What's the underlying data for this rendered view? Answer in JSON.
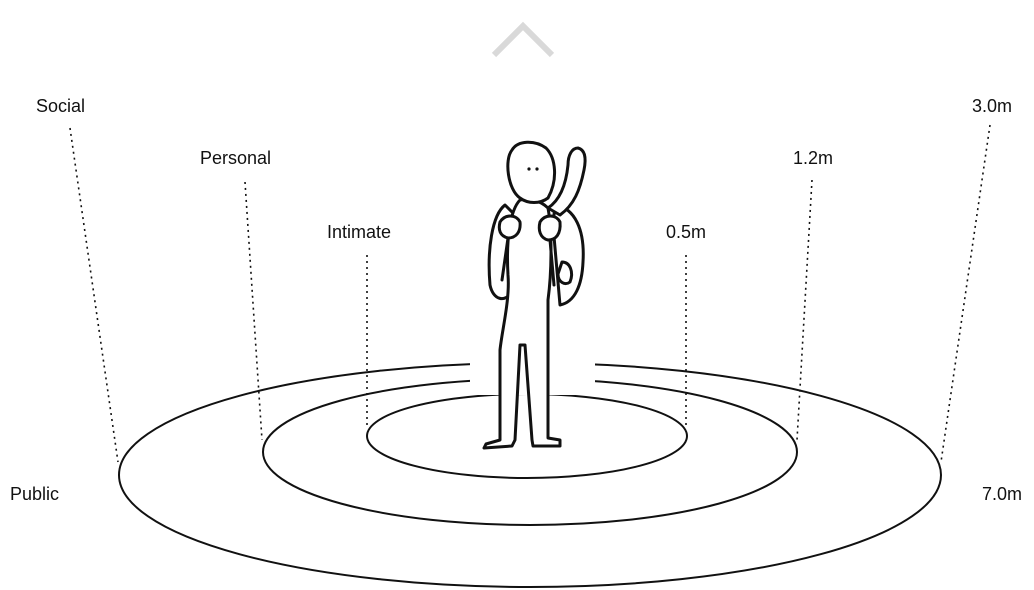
{
  "zones": {
    "social": "Social",
    "personal": "Personal",
    "intimate": "Intimate",
    "public": "Public"
  },
  "distances": {
    "intimate": "0.5m",
    "personal": "1.2m",
    "social": "3.0m",
    "public": "7.0m"
  },
  "icons": {
    "top_marker": "chevron-up-icon",
    "figure": "person-with-backpack-icon"
  },
  "colors": {
    "ink": "#111111",
    "chevron": "#d9d9d9",
    "background": "#ffffff"
  }
}
